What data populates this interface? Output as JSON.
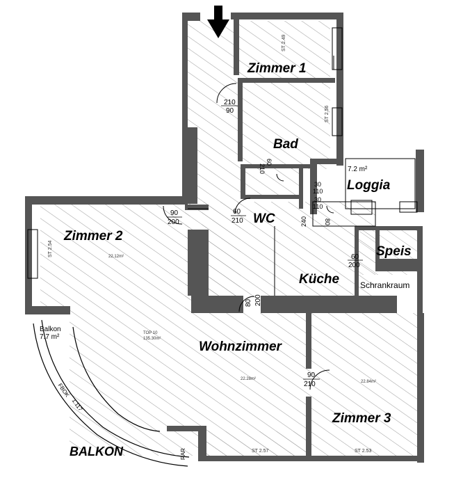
{
  "rooms": {
    "zimmer1": "Zimmer 1",
    "bad": "Bad",
    "loggia": "Loggia",
    "wc": "WC",
    "zimmer2": "Zimmer 2",
    "speis": "Speis",
    "kueche": "Küche",
    "schrankraum": "Schrankraum",
    "wohnzimmer": "Wohnzimmer",
    "zimmer3": "Zimmer 3",
    "balkon": "BALKON"
  },
  "areas": {
    "loggia": "7.2 m²",
    "balkon": "7.7 m²"
  },
  "small_labels": {
    "balkon": "Balkon",
    "zimmer3_area": "22.84m²",
    "wohn_area": "22.28m²",
    "zimmer2_area": "22.12m²",
    "top": "TOP 10",
    "top_area": "135.30m²"
  },
  "door_labels": {
    "d_210_90_a": "210",
    "d_210_90_b": "90",
    "d_wc_60": "60",
    "d_wc_210": "210",
    "d_z2_90": "90",
    "d_z2_200": "200",
    "d_kue_80": "80",
    "d_kue_200": "200",
    "d_speis_60": "60",
    "d_speis_200": "200",
    "d_wohn_90": "90",
    "d_wohn_210": "210",
    "d_loggia_30a": "30",
    "d_loggia_110a": "110",
    "d_loggia_30b": "30",
    "d_loggia_110b": "110",
    "d_bad_210": "210",
    "d_bad_60": "60",
    "d_240": "240",
    "d_80b": "80"
  },
  "heights": {
    "z1": "ST 2.49",
    "bad": "ST 2.56",
    "z2": "ST 2.54",
    "wohn": "ST 2.57",
    "z3": "ST 2.53",
    "fbok": "FBOK",
    "fbok_val": "1.117",
    "rar": "RAR"
  }
}
